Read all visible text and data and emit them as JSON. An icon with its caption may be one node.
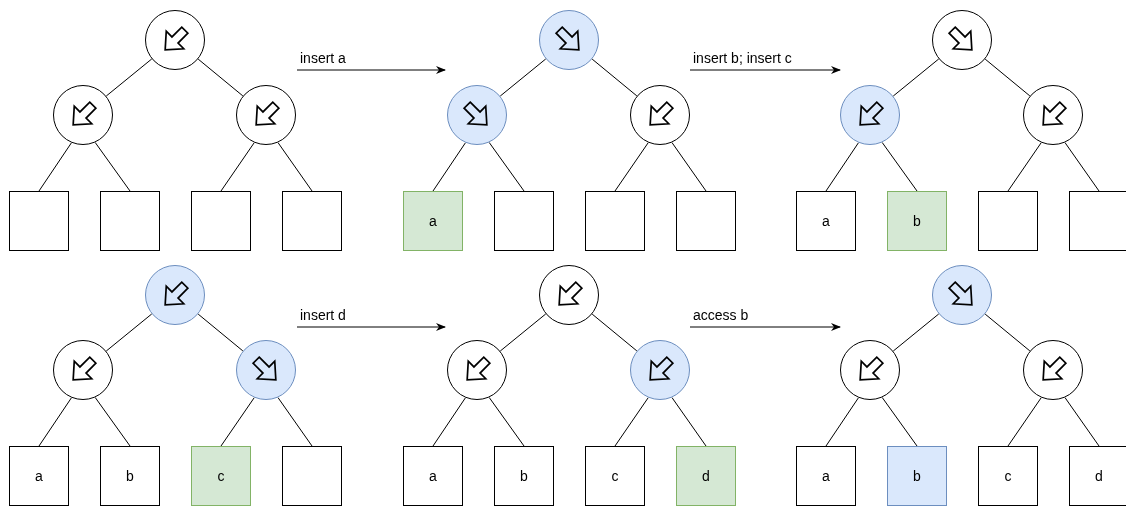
{
  "diagram": {
    "nodes": [
      {
        "text": [],
        "shape": "circle"
      },
      {
        "text": [],
        "shape": "circle"
      },
      {
        "text": [],
        "shape": "circle"
      },
      {
        "text": [],
        "shape": "box"
      },
      {
        "text": [],
        "shape": "box"
      },
      {
        "text": [],
        "shape": "box"
      },
      {
        "text": [],
        "shape": "box"
      },
      {
        "text": [],
        "shape": "circle"
      },
      {
        "text": [],
        "shape": "circle"
      },
      {
        "text": [],
        "shape": "circle"
      },
      {
        "text": [
          "a"
        ]
      },
      {
        "text": [],
        "shape": "box"
      },
      {
        "text": [],
        "shape": "box"
      },
      {
        "text": [],
        "shape": "box"
      },
      {
        "text": [],
        "shape": "circle"
      },
      {
        "text": [],
        "shape": "circle"
      },
      {
        "text": [],
        "shape": "circle"
      },
      {
        "text": [
          "a"
        ]
      },
      {
        "text": [
          "b"
        ]
      },
      {
        "text": [],
        "shape": "box"
      },
      {
        "text": [],
        "shape": "box"
      },
      {
        "text": [],
        "shape": "circle"
      },
      {
        "text": [],
        "shape": "circle"
      },
      {
        "text": [],
        "shape": "circle"
      },
      {
        "text": [
          "a"
        ]
      },
      {
        "text": [
          "b"
        ]
      },
      {
        "text": [
          "c"
        ]
      },
      {
        "text": [],
        "shape": "box"
      },
      {
        "text": [],
        "shape": "circle"
      },
      {
        "text": [],
        "shape": "circle"
      },
      {
        "text": [],
        "shape": "circle"
      },
      {
        "text": [
          "a"
        ]
      },
      {
        "text": [
          "b"
        ]
      },
      {
        "text": [
          "c"
        ]
      },
      {
        "text": [
          "d"
        ]
      },
      {
        "text": [],
        "shape": "circle"
      },
      {
        "text": [],
        "shape": "circle"
      },
      {
        "text": [],
        "shape": "circle"
      },
      {
        "text": [
          "a"
        ]
      },
      {
        "text": [
          "b"
        ]
      },
      {
        "text": [
          "c"
        ]
      },
      {
        "text": [
          "d"
        ]
      }
    ],
    "edges": [
      {
        "from": 0,
        "to": 1,
        "arrow": "none"
      },
      {
        "from": 0,
        "to": 2,
        "arrow": "none"
      },
      {
        "from": 1,
        "to": 3,
        "arrow": "none"
      },
      {
        "from": 1,
        "to": 4,
        "arrow": "none"
      },
      {
        "from": 2,
        "to": 5,
        "arrow": "none"
      },
      {
        "from": 2,
        "to": 6,
        "arrow": "none"
      },
      {
        "from": 7,
        "to": 8,
        "arrow": "none"
      },
      {
        "from": 7,
        "to": 9,
        "arrow": "none"
      },
      {
        "from": 8,
        "to": 10,
        "arrow": "none"
      },
      {
        "from": 8,
        "to": 11,
        "arrow": "none"
      },
      {
        "from": 9,
        "to": 12,
        "arrow": "none"
      },
      {
        "from": 9,
        "to": 13,
        "arrow": "none"
      },
      {
        "from": 14,
        "to": 15,
        "arrow": "none"
      },
      {
        "from": 14,
        "to": 16,
        "arrow": "none"
      },
      {
        "from": 15,
        "to": 17,
        "arrow": "none"
      },
      {
        "from": 15,
        "to": 18,
        "arrow": "none"
      },
      {
        "from": 16,
        "to": 19,
        "arrow": "none"
      },
      {
        "from": 16,
        "to": 20,
        "arrow": "none"
      },
      {
        "from": 21,
        "to": 22,
        "arrow": "none"
      },
      {
        "from": 21,
        "to": 23,
        "arrow": "none"
      },
      {
        "from": 22,
        "to": 24,
        "arrow": "none"
      },
      {
        "from": 22,
        "to": 25,
        "arrow": "none"
      },
      {
        "from": 23,
        "to": 26,
        "arrow": "none"
      },
      {
        "from": 23,
        "to": 27,
        "arrow": "none"
      },
      {
        "from": 28,
        "to": 29,
        "arrow": "none"
      },
      {
        "from": 28,
        "to": 30,
        "arrow": "none"
      },
      {
        "from": 29,
        "to": 31,
        "arrow": "none"
      },
      {
        "from": 29,
        "to": 32,
        "arrow": "none"
      },
      {
        "from": 30,
        "to": 33,
        "arrow": "none"
      },
      {
        "from": 30,
        "to": 34,
        "arrow": "none"
      },
      {
        "from": 35,
        "to": 36,
        "arrow": "none"
      },
      {
        "from": 35,
        "to": 37,
        "arrow": "none"
      },
      {
        "from": 36,
        "to": 38,
        "arrow": "none"
      },
      {
        "from": 36,
        "to": 39,
        "arrow": "none"
      },
      {
        "from": 37,
        "to": 40,
        "arrow": "none"
      },
      {
        "from": 37,
        "to": 41,
        "arrow": "none"
      }
    ],
    "labels": [
      "insert a",
      "insert b; insert c",
      "insert d",
      "access b"
    ]
  }
}
